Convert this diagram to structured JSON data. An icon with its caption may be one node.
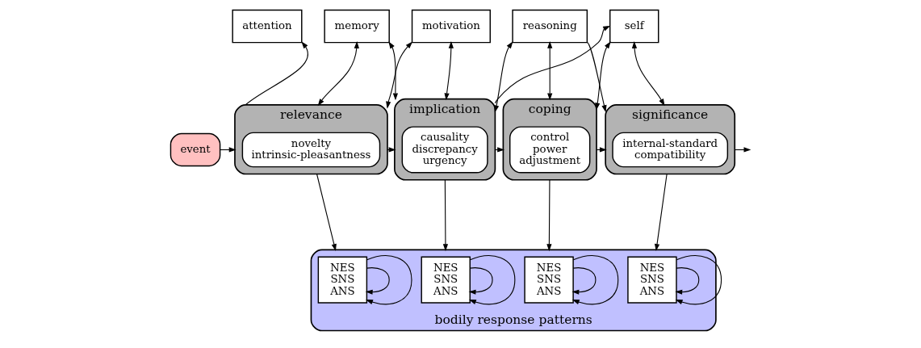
{
  "diagram": {
    "nodes": [
      {
        "text": [
          "event"
        ]
      },
      {
        "text": [
          "attention"
        ]
      },
      {
        "text": [
          "memory"
        ]
      },
      {
        "text": [
          "motivation"
        ]
      },
      {
        "text": [
          "reasoning"
        ]
      },
      {
        "text": [
          "self"
        ]
      },
      {
        "text": [
          "relevance"
        ]
      },
      {
        "text": [
          "novelty intrinsic-pleasantness"
        ],
        "in": 6
      },
      {
        "text": [
          "implication"
        ]
      },
      {
        "text": [
          "causality discrepancy urgency"
        ],
        "in": 8
      },
      {
        "text": [
          "coping"
        ]
      },
      {
        "text": [
          "control power adjustment"
        ],
        "in": 10
      },
      {
        "text": [
          "significance"
        ]
      },
      {
        "text": [
          "internal-standard compatibility"
        ],
        "in": 12
      },
      {
        "text": [
          "bodily response patterns"
        ]
      },
      {
        "text": [
          "NES SNS ANS"
        ],
        "in": 14
      },
      {
        "text": [
          "NES SNS ANS"
        ],
        "in": 14
      },
      {
        "text": [
          "NES SNS ANS"
        ],
        "in": 14
      },
      {
        "text": [
          "NES SNS ANS"
        ],
        "in": 14
      }
    ],
    "edges": [
      {
        "from": 0,
        "to": 6,
        "arrow": "to"
      },
      {
        "from": 6,
        "to": 8,
        "arrow": "to"
      },
      {
        "from": 8,
        "to": 10,
        "arrow": "to"
      },
      {
        "from": 10,
        "to": 12,
        "arrow": "to"
      },
      {
        "from": 12,
        "to": null,
        "arrow": "to"
      },
      {
        "from": 6,
        "to": 1,
        "arrow": "to"
      },
      {
        "from": 2,
        "to": 6,
        "arrow": "both"
      },
      {
        "from": 2,
        "to": 8,
        "arrow": "both"
      },
      {
        "from": 3,
        "to": 6,
        "arrow": "both"
      },
      {
        "from": 3,
        "to": 8,
        "arrow": "both"
      },
      {
        "from": 4,
        "to": 8,
        "arrow": "both"
      },
      {
        "from": 8,
        "to": 5,
        "arrow": "to"
      },
      {
        "from": 4,
        "to": 12,
        "arrow": "to"
      },
      {
        "from": 4,
        "to": 10,
        "arrow": "both"
      },
      {
        "from": 5,
        "to": 10,
        "arrow": "both"
      },
      {
        "from": 5,
        "to": 12,
        "arrow": "both"
      },
      {
        "from": 6,
        "to": 14,
        "arrow": "to"
      },
      {
        "from": 8,
        "to": 14,
        "arrow": "to"
      },
      {
        "from": 10,
        "to": 14,
        "arrow": "to"
      },
      {
        "from": 12,
        "to": 14,
        "arrow": "to"
      },
      {
        "from": 15,
        "to": 15,
        "arrow": "to"
      },
      {
        "from": 15,
        "to": 15,
        "arrow": "to"
      },
      {
        "from": 16,
        "to": 16,
        "arrow": "to"
      },
      {
        "from": 16,
        "to": 16,
        "arrow": "to"
      },
      {
        "from": 17,
        "to": 17,
        "arrow": "to"
      },
      {
        "from": 17,
        "to": 17,
        "arrow": "to"
      },
      {
        "from": 18,
        "to": 18,
        "arrow": "to"
      },
      {
        "from": 18,
        "to": 18,
        "arrow": "to"
      }
    ]
  }
}
